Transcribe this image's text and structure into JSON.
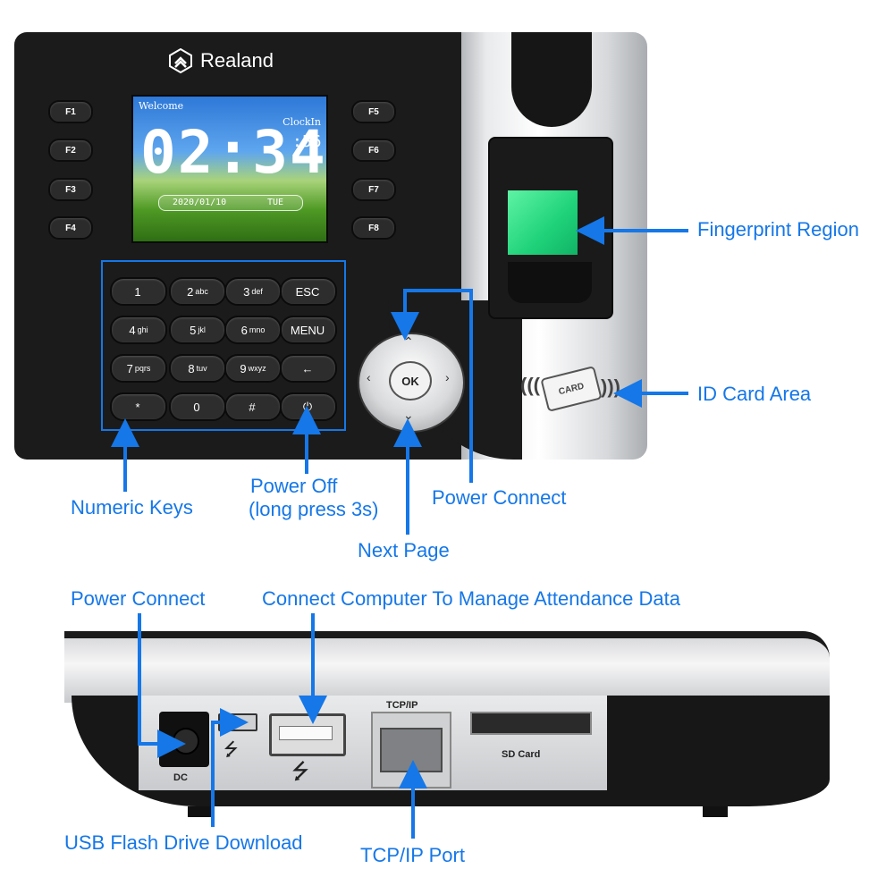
{
  "brand": {
    "name": "Realand"
  },
  "screen": {
    "welcome": "Welcome",
    "clockin": "ClockIn",
    "time": "02:34",
    "seconds": ":56",
    "date": "2020/01/10",
    "day": "TUE"
  },
  "function_keys": [
    "F1",
    "F2",
    "F3",
    "F4",
    "F5",
    "F6",
    "F7",
    "F8"
  ],
  "keypad": [
    {
      "main": "1",
      "sub": ""
    },
    {
      "main": "2",
      "sub": "abc"
    },
    {
      "main": "3",
      "sub": "def"
    },
    {
      "main": "ESC",
      "sub": ""
    },
    {
      "main": "4",
      "sub": "ghi"
    },
    {
      "main": "5",
      "sub": "jkl"
    },
    {
      "main": "6",
      "sub": "mno"
    },
    {
      "main": "MENU",
      "sub": ""
    },
    {
      "main": "7",
      "sub": "pqrs"
    },
    {
      "main": "8",
      "sub": "tuv"
    },
    {
      "main": "9",
      "sub": "wxyz"
    },
    {
      "main": "←",
      "sub": ""
    },
    {
      "main": "*",
      "sub": ""
    },
    {
      "main": "0",
      "sub": ""
    },
    {
      "main": "#",
      "sub": ""
    },
    {
      "main": "⏻",
      "sub": ""
    }
  ],
  "nav": {
    "ok": "OK",
    "up": "⌃",
    "down": "⌄",
    "left": "‹",
    "right": "›"
  },
  "card_label": "CARD",
  "ports": {
    "dc": "DC",
    "tcpip": "TCP/IP",
    "sd": "SD Card",
    "usb_symbol": "⭍"
  },
  "callouts": {
    "fingerprint": "Fingerprint Region",
    "id_card": "ID Card Area",
    "numeric_keys": "Numeric Keys",
    "power_off_1": "Power Off",
    "power_off_2": "(long press 3s)",
    "power_connect_top": "Power Connect",
    "next_page": "Next Page",
    "power_connect_bottom": "Power Connect",
    "connect_computer": "Connect Computer To Manage Attendance Data",
    "usb_flash": "USB Flash Drive Download",
    "tcpip_port": "TCP/IP Port"
  },
  "colors": {
    "callout_blue": "#1577e8",
    "body_black": "#1b1b1b",
    "sensor_green": "#1fd27a"
  }
}
